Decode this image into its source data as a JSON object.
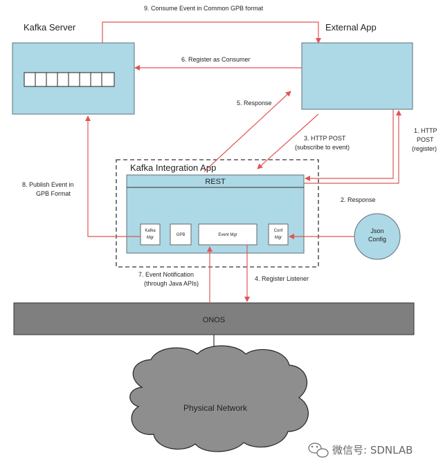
{
  "colors": {
    "box_fill": "#add8e6",
    "box_stroke": "#5f6f7a",
    "onos_fill": "#7f7f7f",
    "cloud_fill": "#8e8e8e",
    "arrow": "#e05555",
    "dark_arrow": "#333333"
  },
  "nodes": {
    "kafka_server": {
      "label": "Kafka Server"
    },
    "external_app": {
      "label": "External App"
    },
    "integration_app": {
      "label": "Kafka Integration App"
    },
    "rest": {
      "label": "REST"
    },
    "kafka_mgr": {
      "label_line1": "Kafka",
      "label_line2": "Mgr"
    },
    "gpb": {
      "label": "GPB"
    },
    "event_mgr": {
      "label": "Event Mgr"
    },
    "conf_mgr": {
      "label_line1": "Conf",
      "label_line2": "Mgr"
    },
    "json_config": {
      "label_line1": "Json",
      "label_line2": "Config"
    },
    "onos": {
      "label": "ONOS"
    },
    "physical_network": {
      "label": "Physical Network"
    }
  },
  "edges": {
    "e1": {
      "line1": "1. HTTP",
      "line2": "POST",
      "line3": "(register)"
    },
    "e2": {
      "label": "2. Response"
    },
    "e3": {
      "line1": "3. HTTP POST",
      "line2": "(subscribe to event)"
    },
    "e4": {
      "label": "4. Register Listener"
    },
    "e5": {
      "label": "5. Response"
    },
    "e6": {
      "label": "6. Register as Consumer"
    },
    "e7": {
      "line1": "7. Event Notification",
      "line2": "(through Java APIs)"
    },
    "e8": {
      "line1": "8. Publish Event in",
      "line2": "GPB Format"
    },
    "e9": {
      "label": "9. Consume Event in Common GPB format"
    }
  },
  "watermark": {
    "text": "微信号: SDNLAB",
    "icon": "wechat-icon"
  }
}
